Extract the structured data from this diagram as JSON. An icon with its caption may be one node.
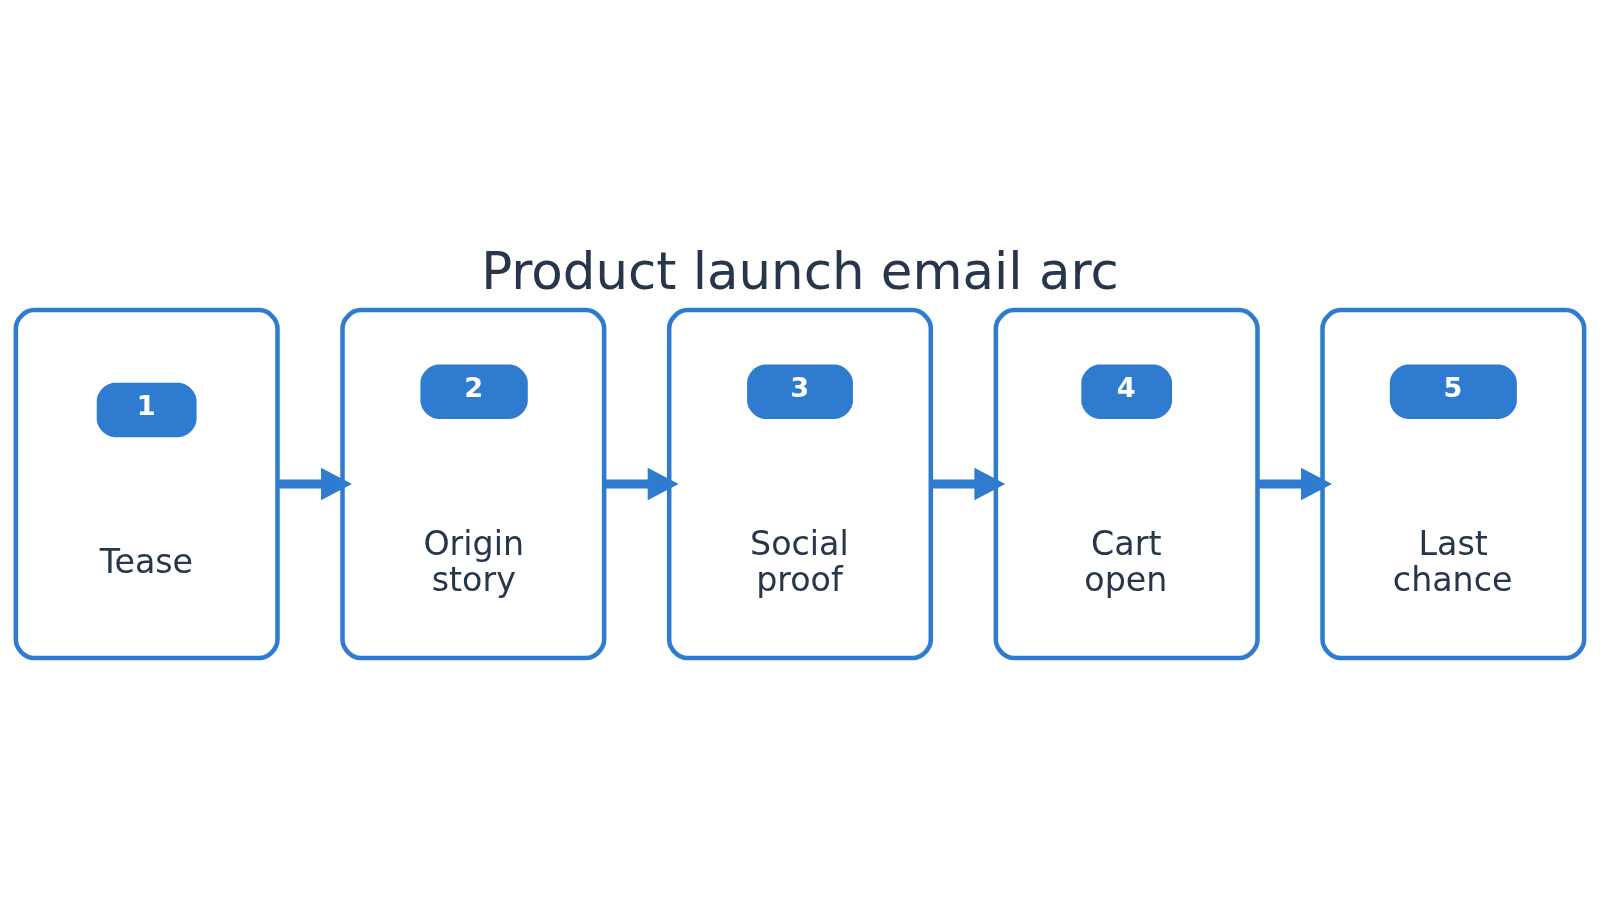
{
  "diagram": {
    "title": "Product launch email arc",
    "nodes": [
      {
        "text": [
          "1",
          "Tease"
        ]
      },
      {
        "text": [
          "2",
          "Origin story"
        ]
      },
      {
        "text": [
          "3",
          "Social proof"
        ]
      },
      {
        "text": [
          "4",
          "Cart open"
        ]
      },
      {
        "text": [
          "5",
          "Last chance"
        ]
      }
    ],
    "edges": [
      {
        "from": 0,
        "to": 1,
        "arrow": "to"
      },
      {
        "from": 1,
        "to": 2,
        "arrow": "to"
      },
      {
        "from": 2,
        "to": 3,
        "arrow": "to"
      },
      {
        "from": 3,
        "to": 4,
        "arrow": "to"
      }
    ]
  }
}
